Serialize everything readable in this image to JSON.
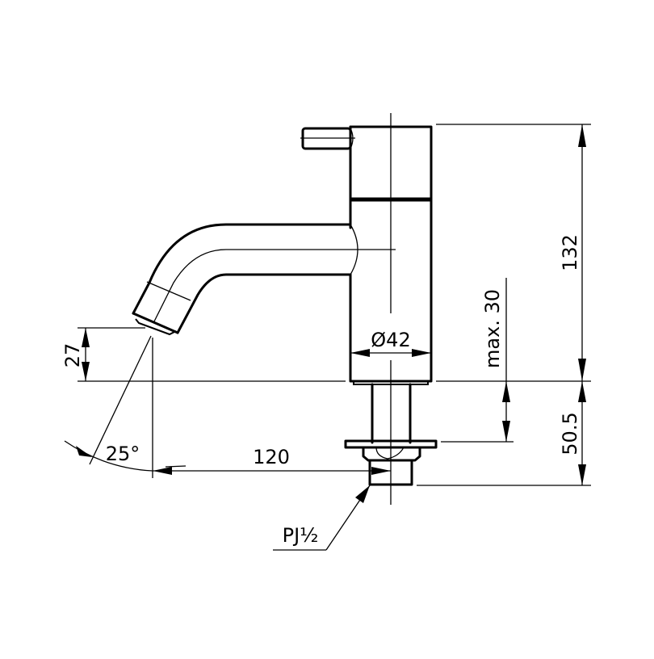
{
  "drawing": {
    "subject": "Pillar tap (single lever basin faucet) technical dimension drawing",
    "units": "mm",
    "dimensions": {
      "total_height": "132",
      "spout_height": "27",
      "spout_angle": "25°",
      "spout_reach": "120",
      "body_diameter": "Ø42",
      "max_counter_thickness": "max. 30",
      "shank_length": "50.5",
      "thread_spec": "PJ½"
    },
    "colors": {
      "line": "#000000",
      "background": "#ffffff"
    }
  }
}
